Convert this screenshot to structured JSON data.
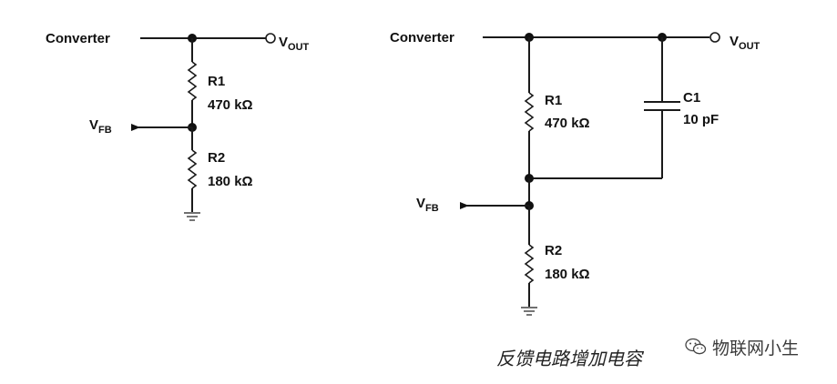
{
  "circuit_left": {
    "source": "Converter",
    "output_label": "V",
    "output_sub": "OUT",
    "feedback_label": "V",
    "feedback_sub": "FB",
    "r1_name": "R1",
    "r1_value": "470 kΩ",
    "r2_name": "R2",
    "r2_value": "180 kΩ"
  },
  "circuit_right": {
    "source": "Converter",
    "output_label": "V",
    "output_sub": "OUT",
    "feedback_label": "V",
    "feedback_sub": "FB",
    "r1_name": "R1",
    "r1_value": "470 kΩ",
    "c1_name": "C1",
    "c1_value": "10 pF",
    "r2_name": "R2",
    "r2_value": "180 kΩ"
  },
  "caption": "反馈电路增加电容",
  "watermark": {
    "icon": "wechat-icon",
    "text": "物联网小生"
  }
}
